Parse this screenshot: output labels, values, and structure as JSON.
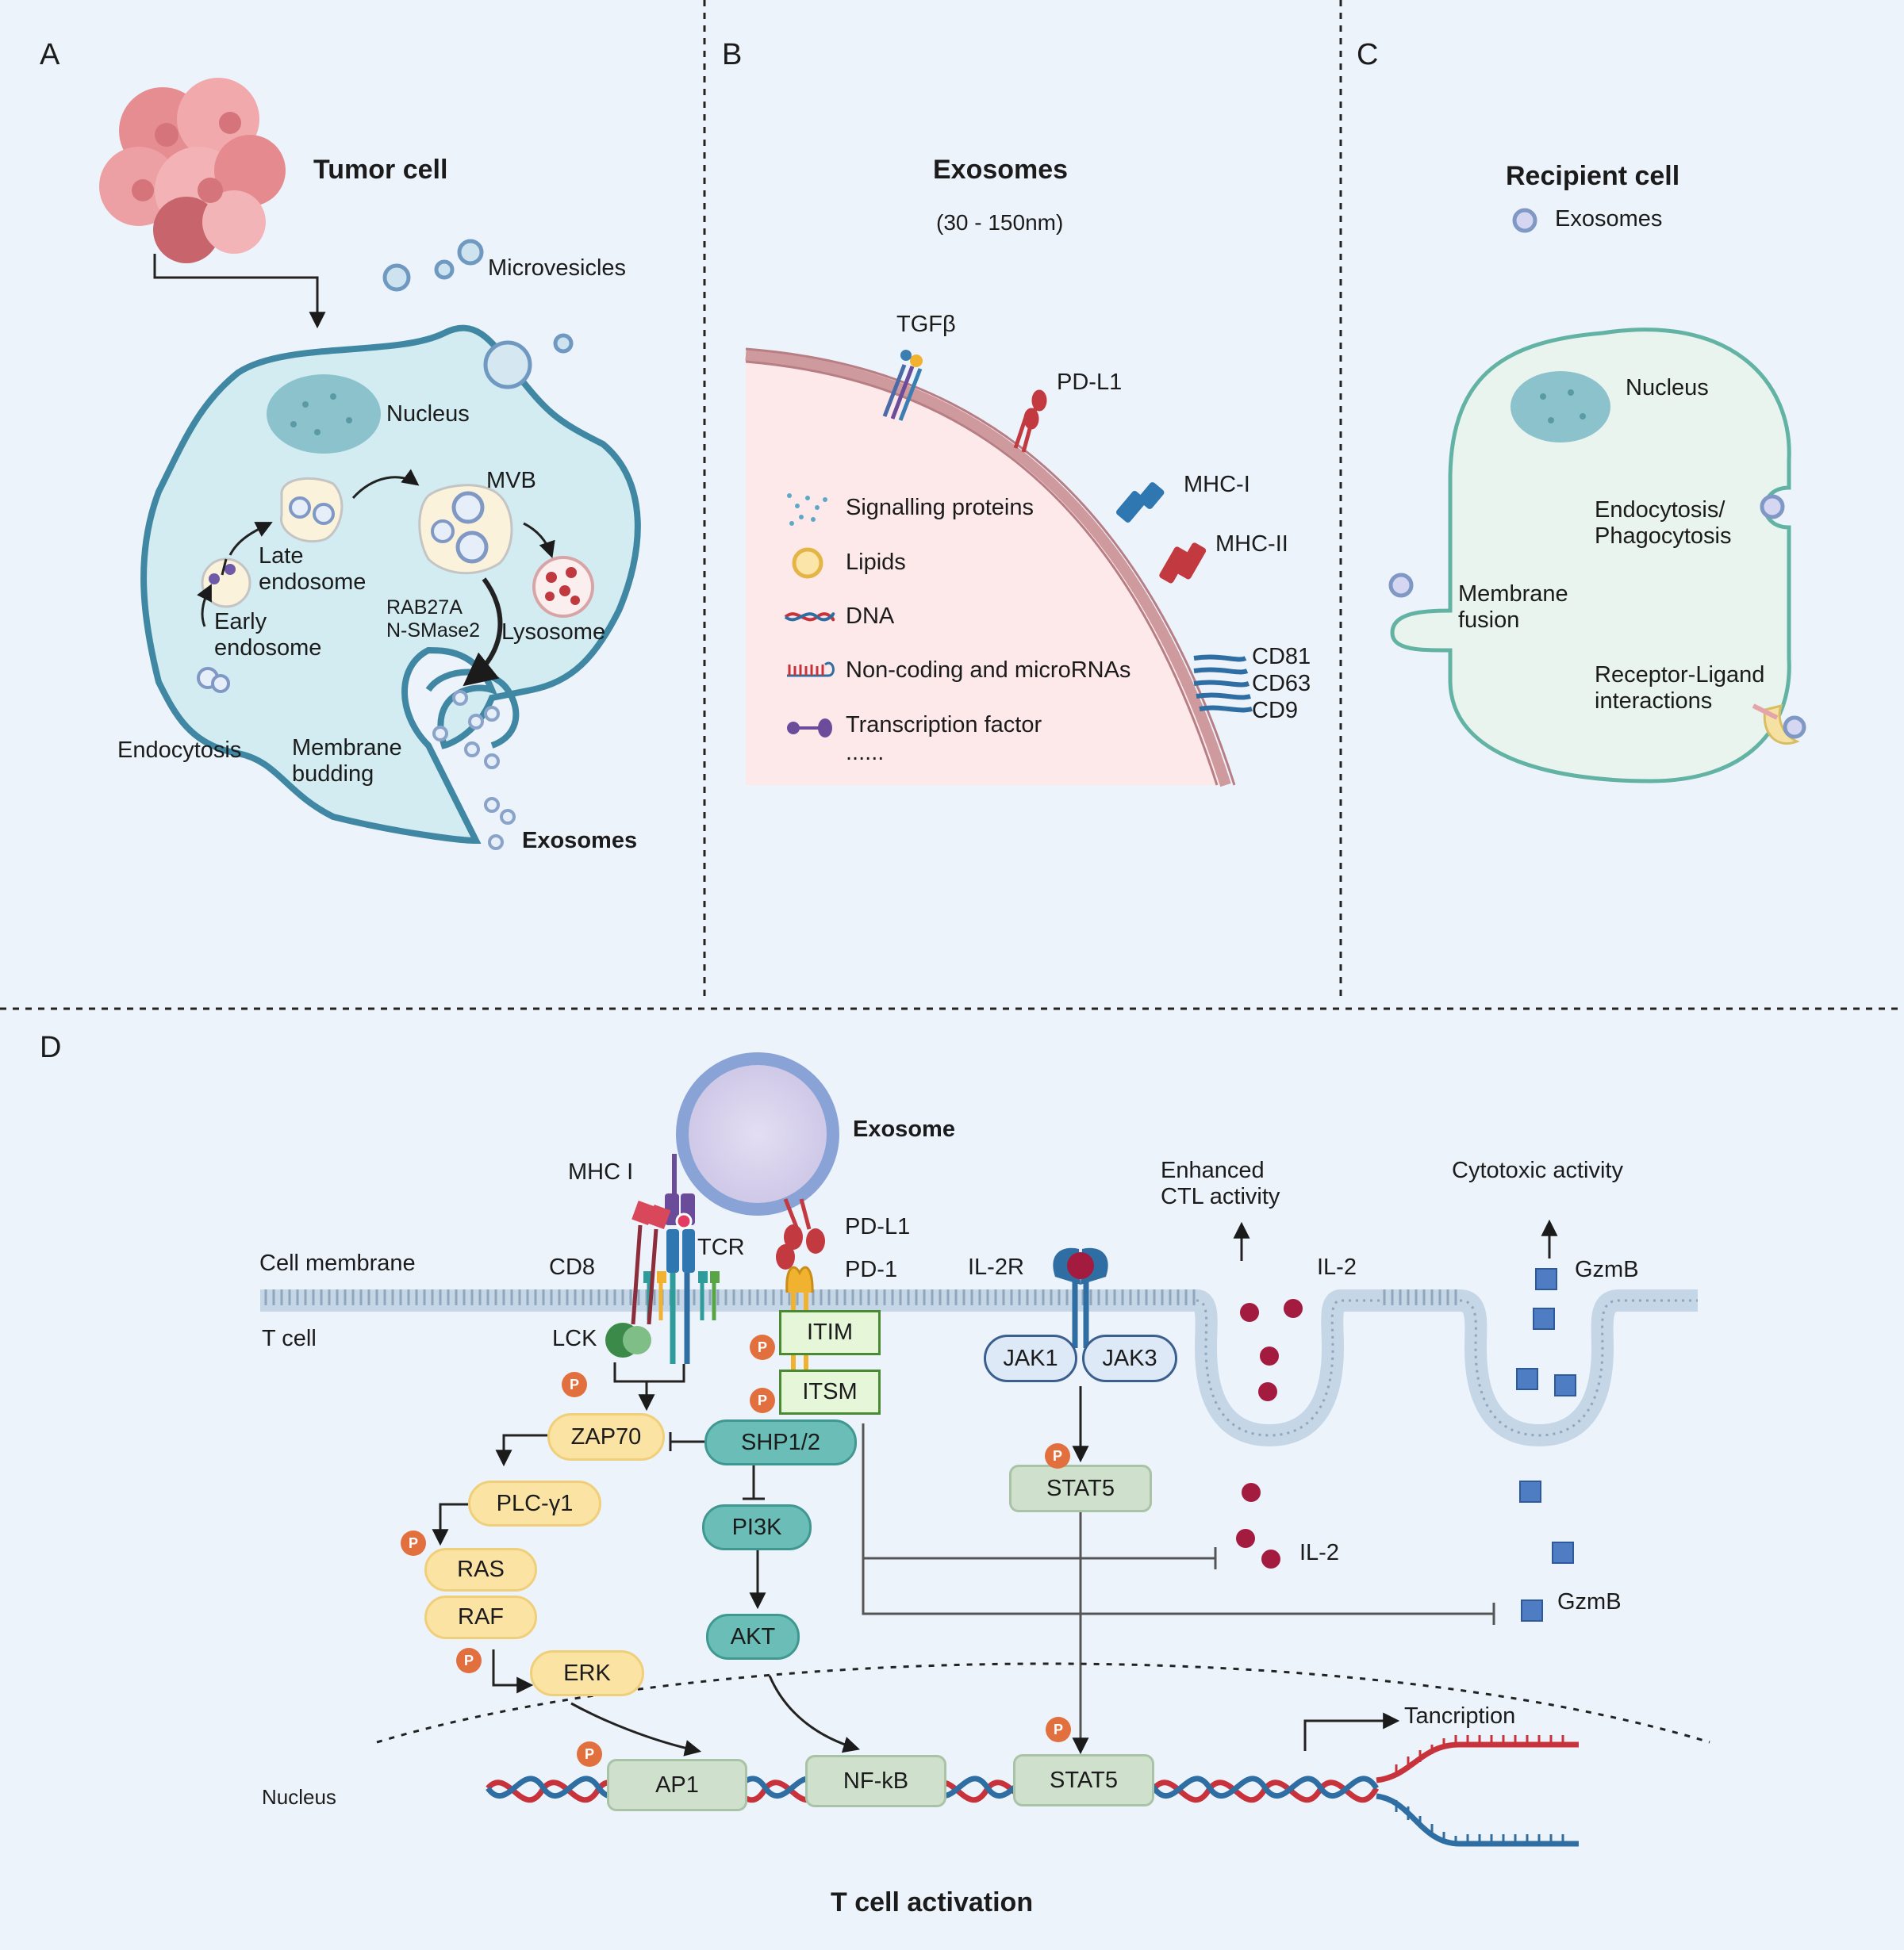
{
  "panels": {
    "a": {
      "letter": "A",
      "tumor_cell": "Tumor cell",
      "microvesicles": "Microvesicles",
      "nucleus": "Nucleus",
      "mvb": "MVB",
      "late_endosome": "Late\nendosome",
      "early_endosome": "Early\nendosome",
      "rab27a": "RAB27A\nN-SMase2",
      "lysosome": "Lysosome",
      "endocytosis": "Endocytosis",
      "membrane_budding": "Membrane\nbudding",
      "exosomes": "Exosomes"
    },
    "b": {
      "letter": "B",
      "title": "Exosomes",
      "size": "(30 - 150nm)",
      "tgfb": "TGFβ",
      "pdl1": "PD-L1",
      "mhc1": "MHC-I",
      "mhc2": "MHC-II",
      "cd81": "CD81",
      "cd63": "CD63",
      "cd9": "CD9",
      "legend": [
        "Signalling proteins",
        "Lipids",
        "DNA",
        "Non-coding and microRNAs",
        "Transcription factor",
        "......"
      ]
    },
    "c": {
      "letter": "C",
      "title": "Recipient cell",
      "exosomes": "Exosomes",
      "nucleus": "Nucleus",
      "endocytosis": "Endocytosis/\nPhagocytosis",
      "membrane_fusion": "Membrane\nfusion",
      "receptor_ligand": "Receptor-Ligand\ninteractions"
    },
    "d": {
      "letter": "D",
      "exosome": "Exosome",
      "mhc1": "MHC I",
      "tcr": "TCR",
      "pdl1": "PD-L1",
      "pd1": "PD-1",
      "cd8": "CD8",
      "cell_membrane": "Cell membrane",
      "t_cell": "T cell",
      "lck": "LCK",
      "il2r": "IL-2R",
      "jak1": "JAK1",
      "jak3": "JAK3",
      "itim": "ITIM",
      "itsm": "ITSM",
      "zap70": "ZAP70",
      "shp12": "SHP1/2",
      "plcg1": "PLC-γ1",
      "ras": "RAS",
      "raf": "RAF",
      "erk": "ERK",
      "pi3k": "PI3K",
      "akt": "AKT",
      "stat5_top": "STAT5",
      "il2_top": "IL-2",
      "il2_bottom": "IL-2",
      "gzmb_top": "GzmB",
      "gzmb_bottom": "GzmB",
      "enhanced": "Enhanced\nCTL activity",
      "cytotoxic": "Cytotoxic activity",
      "nucleus": "Nucleus",
      "ap1": "AP1",
      "nfkb": "NF-kB",
      "stat5_bottom": "STAT5",
      "transcription": "Tancription",
      "p_label": "P",
      "footer": "T cell activation"
    }
  },
  "colors": {
    "cell_fill": "#d2ecf2",
    "cell_outline": "#3f87a3",
    "exosome_panel_fill": "#fde9e9",
    "membrane_stripe": "#cf9a9e",
    "recipient_outline": "#63b3a4",
    "recipient_fill": "#e9f4ee",
    "yellow_pill": "#fbe3a4",
    "teal_pill": "#6bbdb7",
    "itim_fill": "#e6f6d9",
    "stat_fill": "#cfe0cd",
    "phospho": "#e2703f",
    "il2_dot": "#a31b3f",
    "gzmb_square": "#4f7dc3",
    "dna_red": "#c8323b",
    "dna_blue": "#2f6ea3"
  }
}
